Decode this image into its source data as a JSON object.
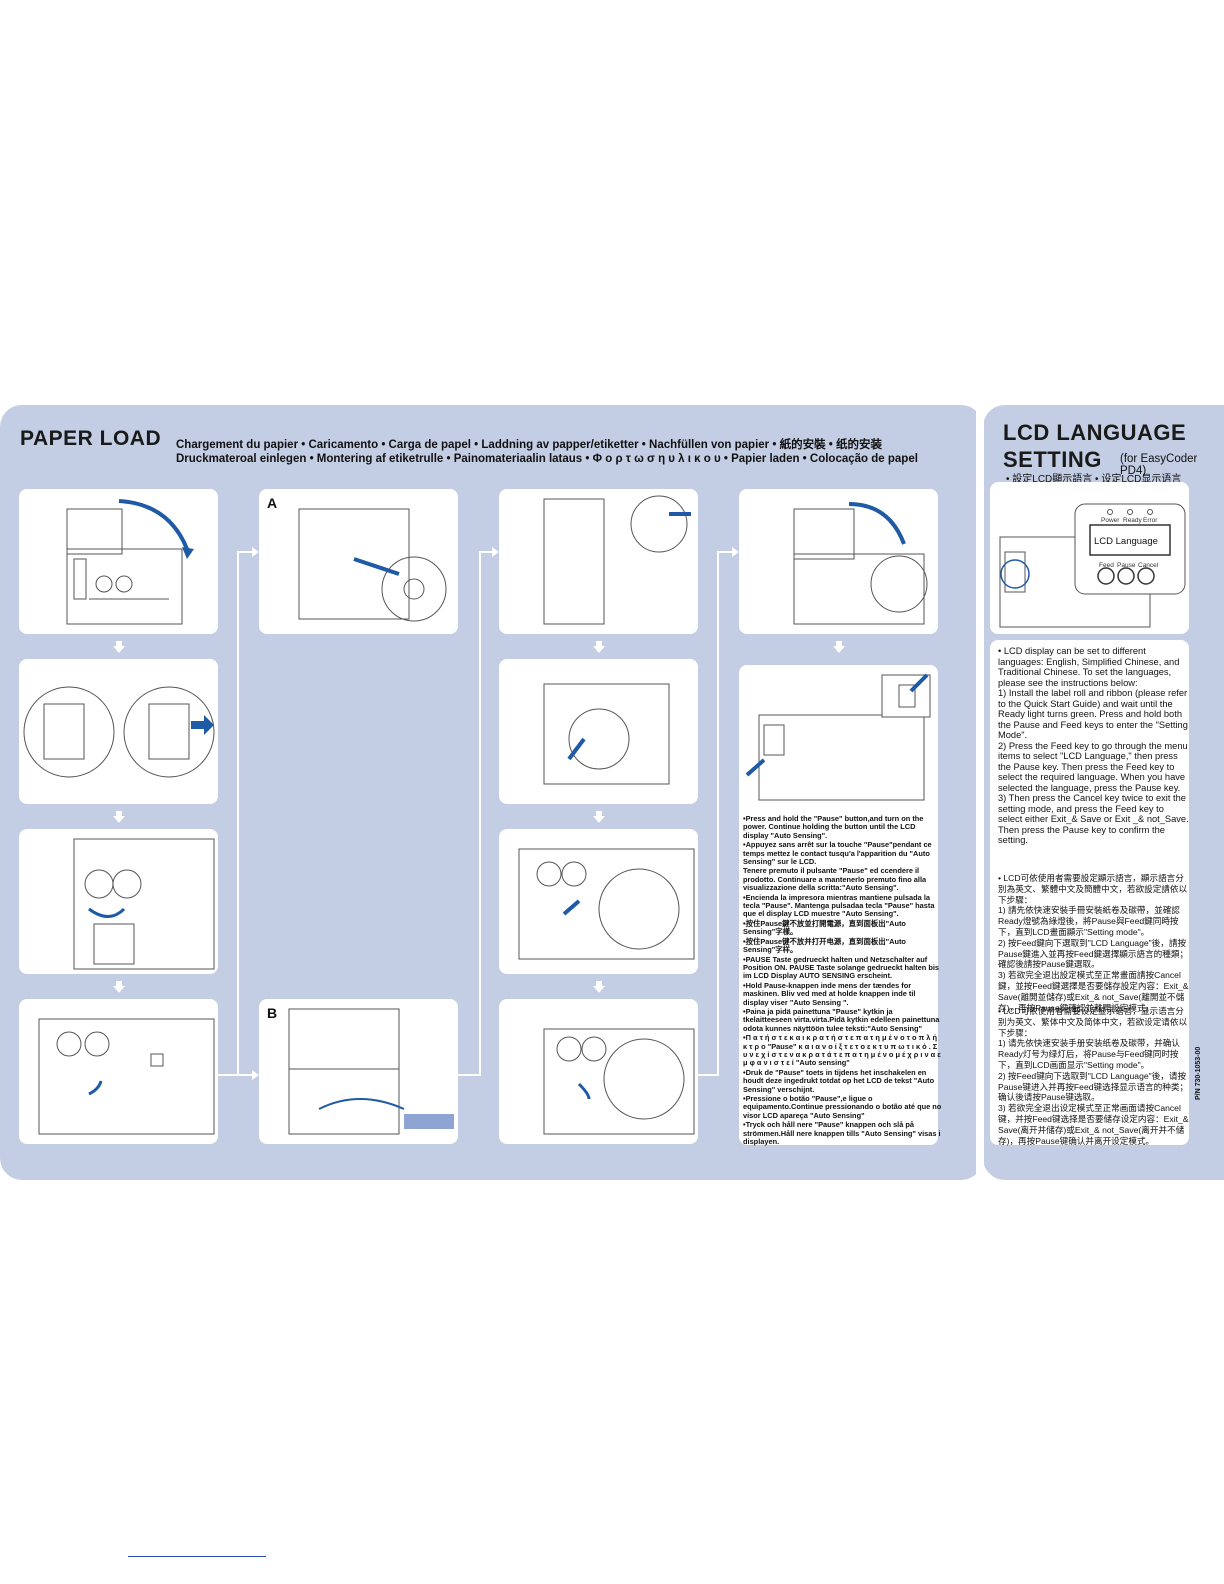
{
  "paper_load": {
    "title": "PAPER LOAD",
    "subtitle_line1": "Chargement du papier • Caricamento • Carga de papel • Laddning av papper/etiketter • Nachfüllen von papier • 紙的安裝 • 纸的安装",
    "subtitle_line2": "Druckmateroal einlegen • Montering af etiketrulle • Painomateriaalin lataus • Φ ο ρ τ ω σ η  υ λ ι κ ο υ • Papier laden • Colocação de papel",
    "label_a": "A",
    "label_b": "B"
  },
  "instructions": [
    "•Press and hold the \"Pause\" button,and turn on the power. Continue holding the button until the LCD display \"Auto Sensing\".",
    "•Appuyez sans arrêt sur la touche \"Pause\"pendant ce temps mettez le contact tusqu'a l'apparition du \"Auto Sensing\" sur le LCD.",
    "Tenere premuto il pulsante \"Pause\" ed ccendere il prodotto. Continuare a mantenerlo premuto fino alla visualizzazione della scritta:\"Auto Sensing\".",
    "•Encienda la impresora mientras mantiene pulsada la tecla \"Pause\". Mantenga pulsadaa tecla \"Pause\" hasta que el display LCD muestre \"Auto Sensing\".",
    "•按住Pause鍵不放並打開電源，直到面板出\"Auto Sensing\"字樣。",
    "•按住Pause键不放并打开电源，直到面板出\"Auto Sensing\"字样。",
    "•PAUSE Taste gedrueckt halten und Netzschalter auf Position ON. PAUSE Taste solange gedrueckt halten bis im LCD Display AUTO SENSING erscheint.",
    "•Hold Pause-knappen inde mens der tændes for maskinen. Bliv ved med at holde knappen inde til display viser \"Auto Sensing \".",
    "•Paina ja pidä painettuna \"Pause\" kytkin ja tkelaitteeseen virta.virta.Pidä kytkin edelleen painettuna odota kunnes näyttöön tulee teksti:\"Auto Sensing\"",
    "•Π α τ ή σ τ ε  κ α ι  κ ρ α τ ή σ τ ε  π α τ η μ έ ν ο  τ ο  π λ ή κ τ ρ ο \"Pause\" κ α ι  α ν ο ί ξ τ ε  τ ο  ε κ τ υ π ω τ ι κ ό . Σ υ ν ε χ ί σ τ ε  ν α  κ ρ α τ ά τ ε  π α τ η μ έ ν ο  μ έ χ ρ ι  ν α  ε μ φ α ν ι σ τ ε ί  \"Auto sensing\"",
    "•Druk de \"Pause\" toets in tijdens het inschakelen en houdt deze ingedrukt totdat op het LCD de tekst \"Auto Sensing\" verschijnt.",
    "•Pressione o botão \"Pause\",e ligue o equipamento.Continue pressionando o botão até que no visor LCD apareça \"Auto Sensing\"",
    "•Tryck och håll nere \"Pause\" knappen och slå på strömmen.Håll nere knappen tills \"Auto Sensing\" visas i displayen."
  ],
  "lcd_language": {
    "title_line1": "LCD LANGUAGE",
    "title_line2": "SETTING",
    "for_model": "(for EasyCoder PD4)",
    "subtitle": "• 設定LCD顯示語言    • 设定LCD显示语言",
    "display": {
      "indicator_labels": [
        "Power",
        "Ready",
        "Error"
      ],
      "screen_text": "LCD Language",
      "key_labels": [
        "Feed",
        "Pause",
        "Cancel"
      ]
    },
    "english_text": "• LCD display can be set to different languages: English, Simplified Chinese, and Traditional Chinese. To set the languages, please see the instructions below:\n1) Install the label roll and ribbon (please refer to the Quick Start Guide) and wait until the Ready light turns green. Press and hold both the Pause and Feed keys to enter the \"Setting Mode\".\n2) Press the Feed key to go through the menu items to select \"LCD Language,\" then press the Pause key. Then press the Feed key to select the required language. When you have selected the language, press the Pause key.\n3) Then press the Cancel key twice to exit the setting mode, and press the Feed key to select either Exit_& Save or Exit _& not_Save. Then press the Pause key to confirm the setting.",
    "traditional_text": "• LCD可依使用者需要設定顯示語言，顯示語言分別為英文、繁體中文及簡體中文，若欲設定請依以下步驟：\n1) 請先依快速安裝手冊安裝紙卷及碳帶，並確認Ready燈號為綠燈後，將Pause與Feed鍵同時按下，直到LCD畫面顯示\"Setting mode\"。\n2) 按Feed鍵向下選取到\"LCD Language\"後，請按Pause鍵進入並再按Feed鍵選擇顯示語言的種類；確認後請按Pause鍵選取。\n3) 若欲完全退出設定模式至正常畫面請按Cancel鍵，並按Feed鍵選擇是否要儲存設定內容：Exit_& Save(離開並儲存)或Exit_& not_Save(離開並不儲存)，再按Pause鍵確認並離開設定模式。",
    "simplified_text": "• LCD可依使用者需要设定显示语言，显示语言分别为英文、繁体中文及简体中文，若欲设定请依以下步骤：\n1) 请先依快速安装手册安装纸卷及碳带，并确认Ready灯号为绿灯后，将Pause与Feed键同时按下，直到LCD画面显示\"Setting mode\"。\n2) 按Feed键向下选取到\"LCD Language\"後，请按Pause键进入并再按Feed键选择显示语言的种类；确认後请按Pause键选取。\n3) 若欲完全退出设定模式至正常画面请按Cancel键，并按Feed键选择是否要储存设定内容：Exit_& Save(离开并储存)或Exit_& not_Save(离开并不储存)，再按Pause键确认并离开设定模式。",
    "part_number": "P/N 730-1053-00"
  },
  "colors": {
    "panel": "#c3cde3",
    "accent_blue": "#1f5aa6",
    "line": "#555555"
  }
}
